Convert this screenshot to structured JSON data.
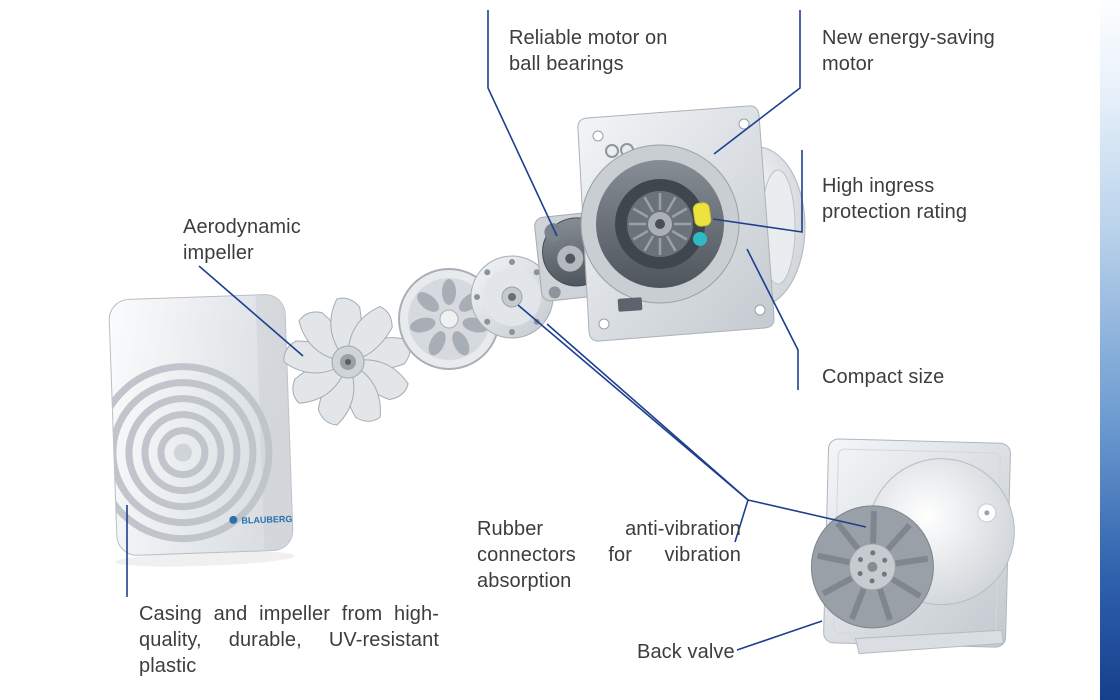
{
  "diagram": {
    "brand": "BLAUBERG",
    "labels": {
      "reliable_motor": "Reliable motor on ball bearings",
      "energy_saving_motor": "New energy-saving motor",
      "ingress_protection": "High ingress protection rating",
      "compact_size": "Compact size",
      "aerodynamic_impeller": "Aerodynamic impeller",
      "anti_vibration": "Rubber anti-vibration connectors for vibration absorption",
      "back_valve": "Back valve",
      "casing_material": "Casing and impeller from high-quality, durable, UV-resistant plastic"
    },
    "colors": {
      "leader_line": "#1e3f8f",
      "label_text": "#3d3d3d",
      "accent_bar_top": "#fdfeff",
      "accent_bar_bottom": "#163f8c",
      "capacitor_yellow": "#ece33c",
      "indicator_teal": "#2fb9c5",
      "brand_blue": "#2a6fb0"
    }
  }
}
